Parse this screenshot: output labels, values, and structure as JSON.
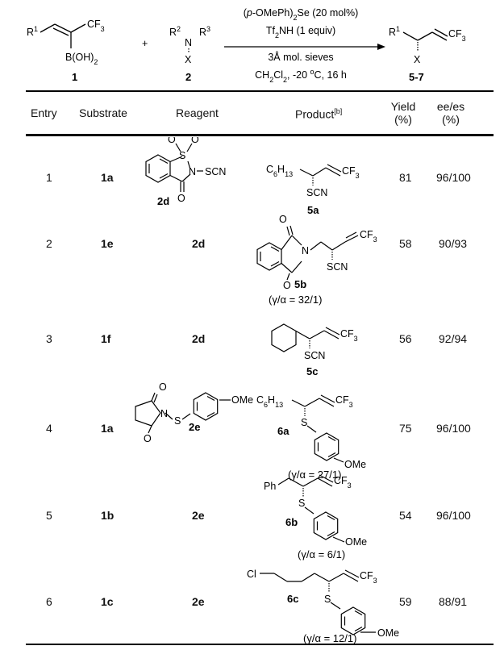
{
  "scheme": {
    "catalyst": "(p-OMePh)2Se  (20 mol%)",
    "acid": "Tf2NH (1 equiv)",
    "sieves": "3Å mol. sieves",
    "conditions": "CH2Cl2, -20 °C, 16 h",
    "sm1_label": "1",
    "sm2_label": "2",
    "product_label": "5-7",
    "plus": "+"
  },
  "table": {
    "headers": {
      "entry": "Entry",
      "substrate": "Substrate",
      "reagent": "Reagent",
      "product": "Product",
      "product_sup": "[b]",
      "yield": "Yield",
      "yield_unit": "(%)",
      "ee": "ee/es",
      "ee_unit": "(%)"
    },
    "rows": [
      {
        "entry": "1",
        "substrate": "1a",
        "reagent": "2d",
        "product": "5a",
        "ratio": "",
        "yield": "81",
        "ee": "96/100"
      },
      {
        "entry": "2",
        "substrate": "1e",
        "reagent": "2d",
        "product": "5b",
        "ratio": "(γ/α = 32/1)",
        "yield": "58",
        "ee": "90/93"
      },
      {
        "entry": "3",
        "substrate": "1f",
        "reagent": "2d",
        "product": "5c",
        "ratio": "",
        "yield": "56",
        "ee": "92/94"
      },
      {
        "entry": "4",
        "substrate": "1a",
        "reagent": "2e",
        "product": "6a",
        "ratio": "(γ/α = 27/1)",
        "yield": "75",
        "ee": "96/100"
      },
      {
        "entry": "5",
        "substrate": "1b",
        "reagent": "2e",
        "product": "6b",
        "ratio": "(γ/α = 6/1)",
        "yield": "54",
        "ee": "96/100"
      },
      {
        "entry": "6",
        "substrate": "1c",
        "reagent": "2e",
        "product": "6c",
        "ratio": "(γ/α = 12/1)",
        "yield": "59",
        "ee": "88/91"
      }
    ]
  },
  "atoms": {
    "cf3": "CF3",
    "boh2": "B(OH)2",
    "r1": "R1",
    "r2": "R2",
    "r3": "R3",
    "n": "N",
    "x": "X",
    "scn": "SCN",
    "s": "S",
    "o": "O",
    "ome": "OMe",
    "c6h13": "C6H13",
    "ph": "Ph",
    "cl": "Cl"
  }
}
